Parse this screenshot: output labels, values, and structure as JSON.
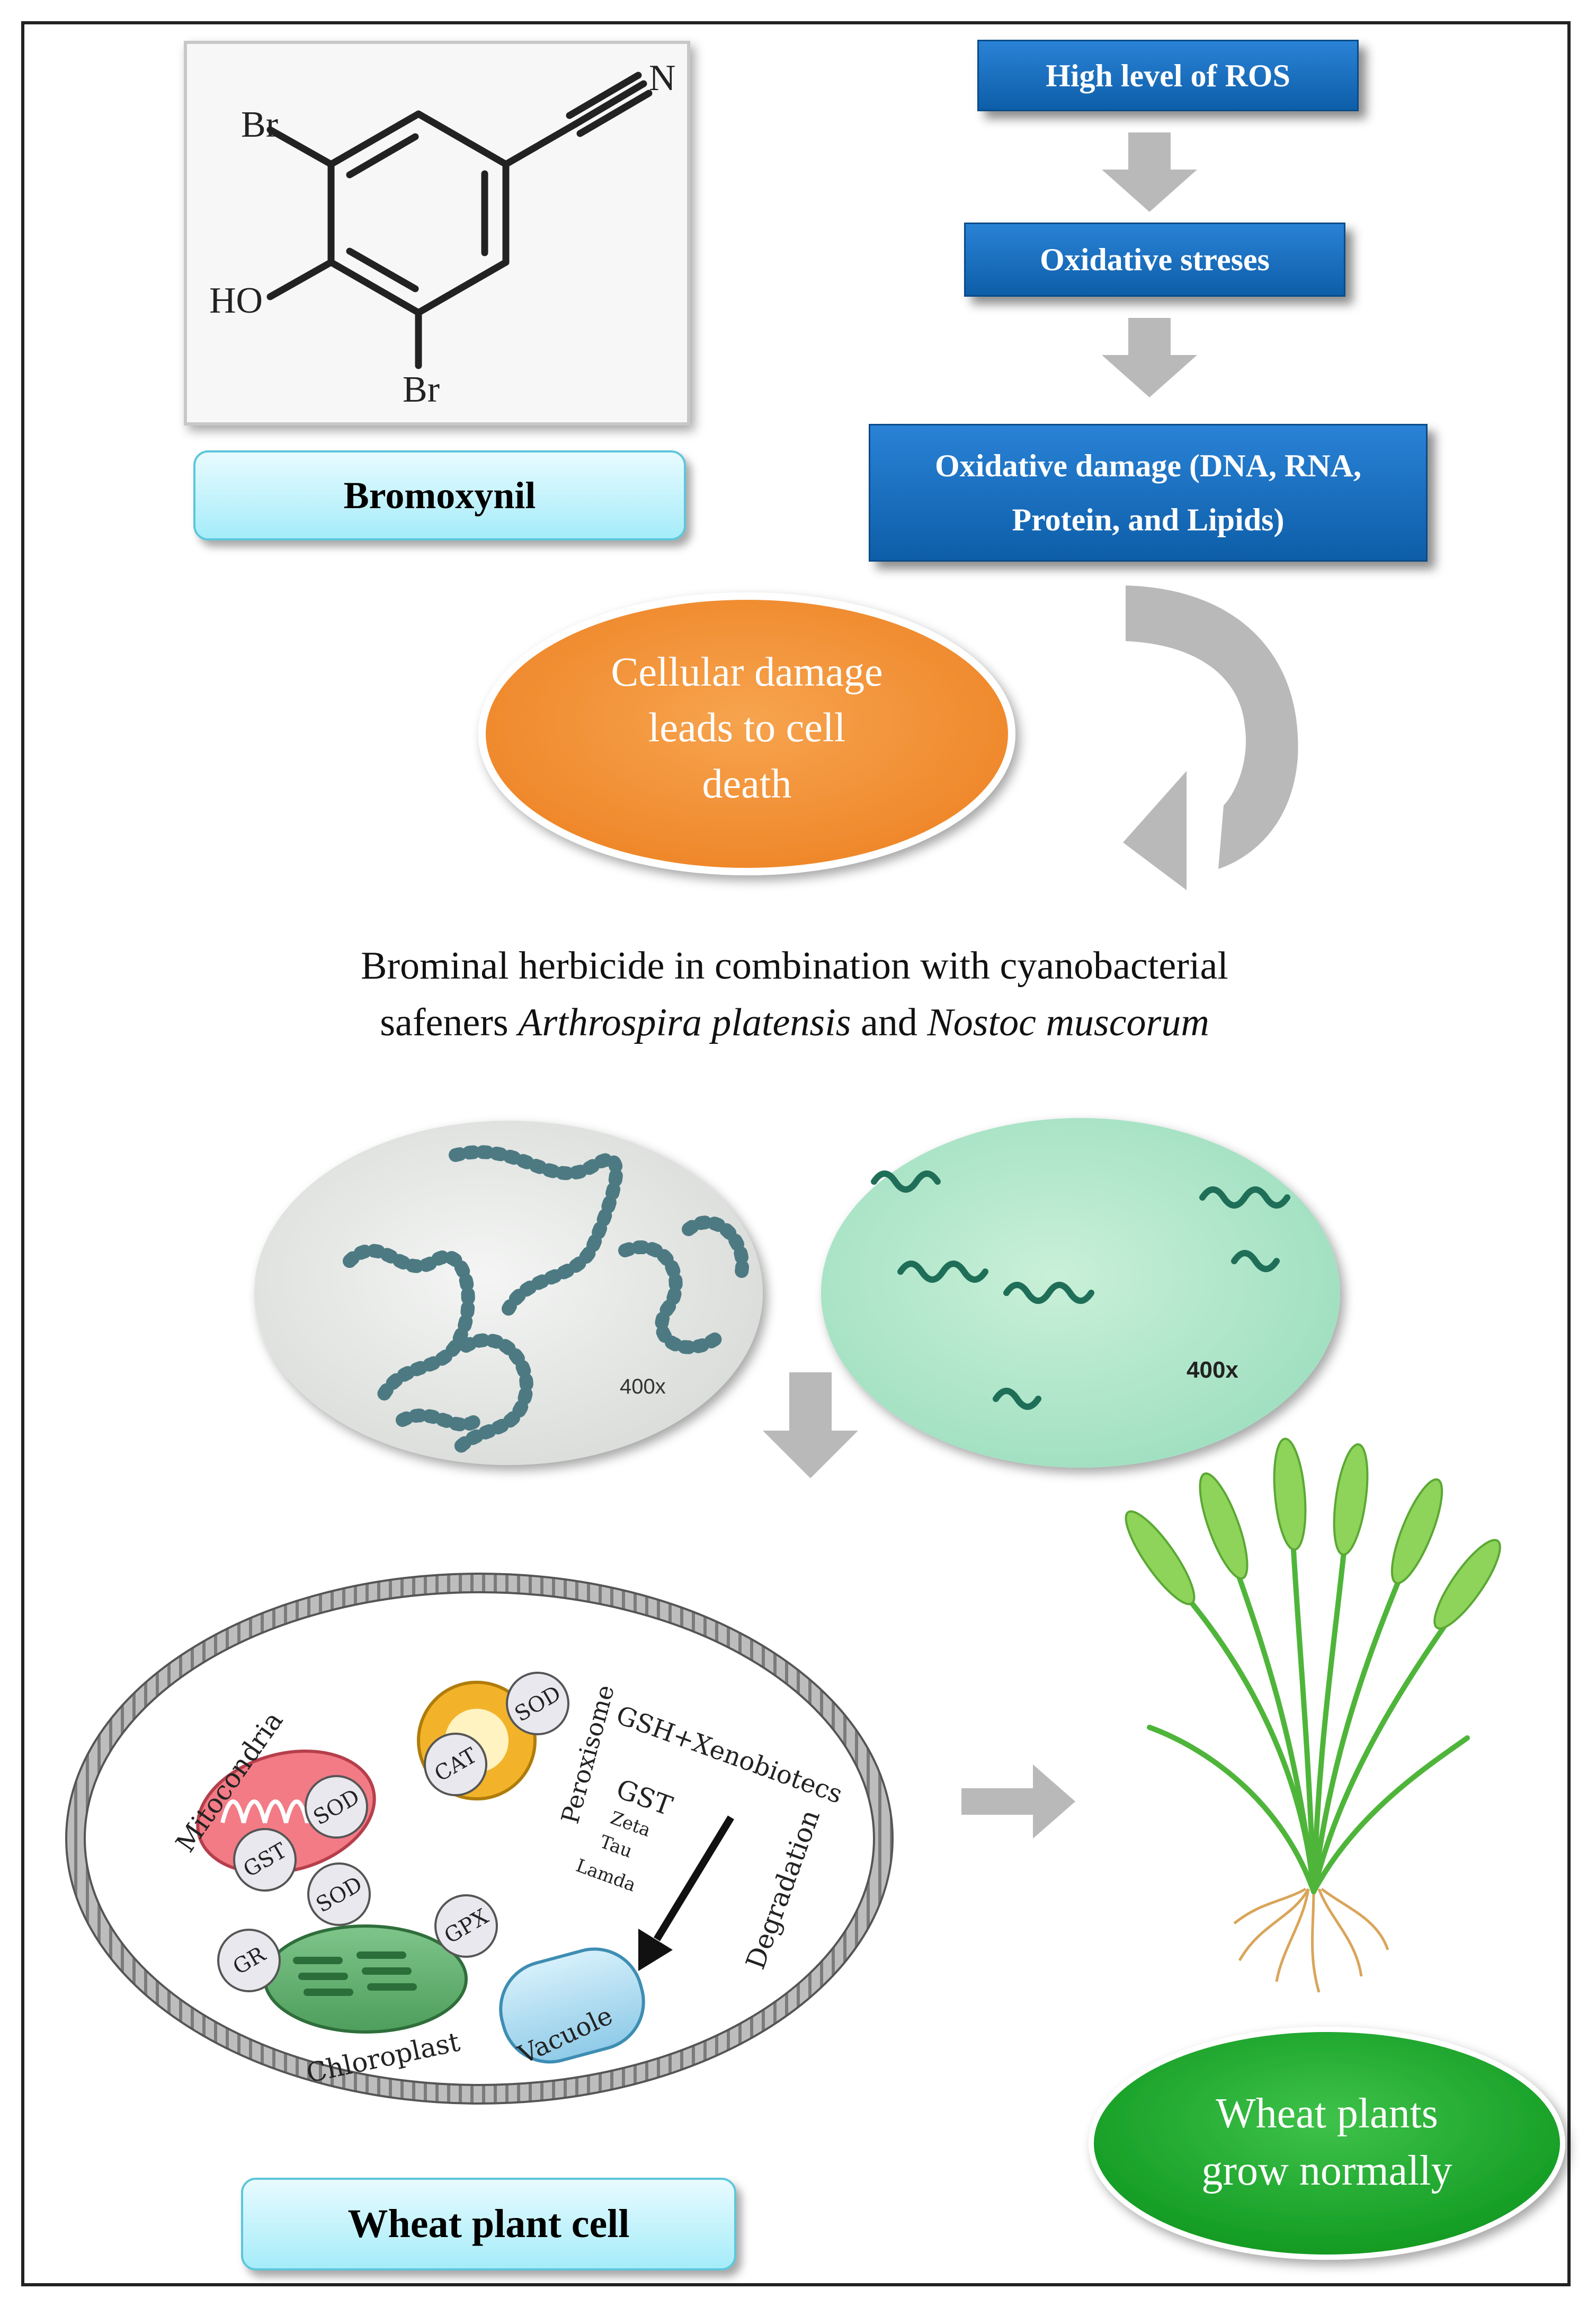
{
  "molecule": {
    "atoms": {
      "br_top": "Br",
      "nitrogen": "N",
      "ho": "HO",
      "br_bottom": "Br"
    },
    "name": "Bromoxynil"
  },
  "flow": {
    "box1": "High level of ROS",
    "box2": "Oxidative streses",
    "box3_line1": "Oxidative damage (DNA, RNA,",
    "box3_line2": "Protein, and Lipids)"
  },
  "cell_death": {
    "line1": "Cellular damage",
    "line2": "leads to cell",
    "line3": "death"
  },
  "caption": {
    "line1": "Brominal herbicide in combination with cyanobacterial",
    "line2_prefix": "safeners ",
    "species1": "Arthrospira platensis",
    "line2_mid": " and ",
    "species2": "Nostoc muscorum"
  },
  "micrographs": {
    "left_magnification": "400x",
    "right_magnification": "400x"
  },
  "cell": {
    "mitochondria": "Mitocondria",
    "peroxisome": "Peroxisome",
    "chloroplast": "Chloroplast",
    "vacuole": "Vacuole",
    "enzymes": {
      "sod_mito": "SOD",
      "gst": "GST",
      "cat": "CAT",
      "sod_perox": "SOD",
      "sod_chloro": "SOD",
      "gr": "GR",
      "gpx": "GPX"
    },
    "gsh": "GSH+Xenobiotecs",
    "gst_label": "GST",
    "zeta": "Zeta",
    "tau": "Tau",
    "lamda": "Lamda",
    "degradation": "Degradation",
    "label": "Wheat plant cell"
  },
  "outcome": {
    "line1": "Wheat plants",
    "line2": "grow normally"
  },
  "colors": {
    "blue_box": "#1773c8",
    "gray_arrow": "#b9b9b9",
    "orange_oval": "#f3923a",
    "green_oval": "#22a832",
    "cyan_box": "#bff2fb"
  }
}
